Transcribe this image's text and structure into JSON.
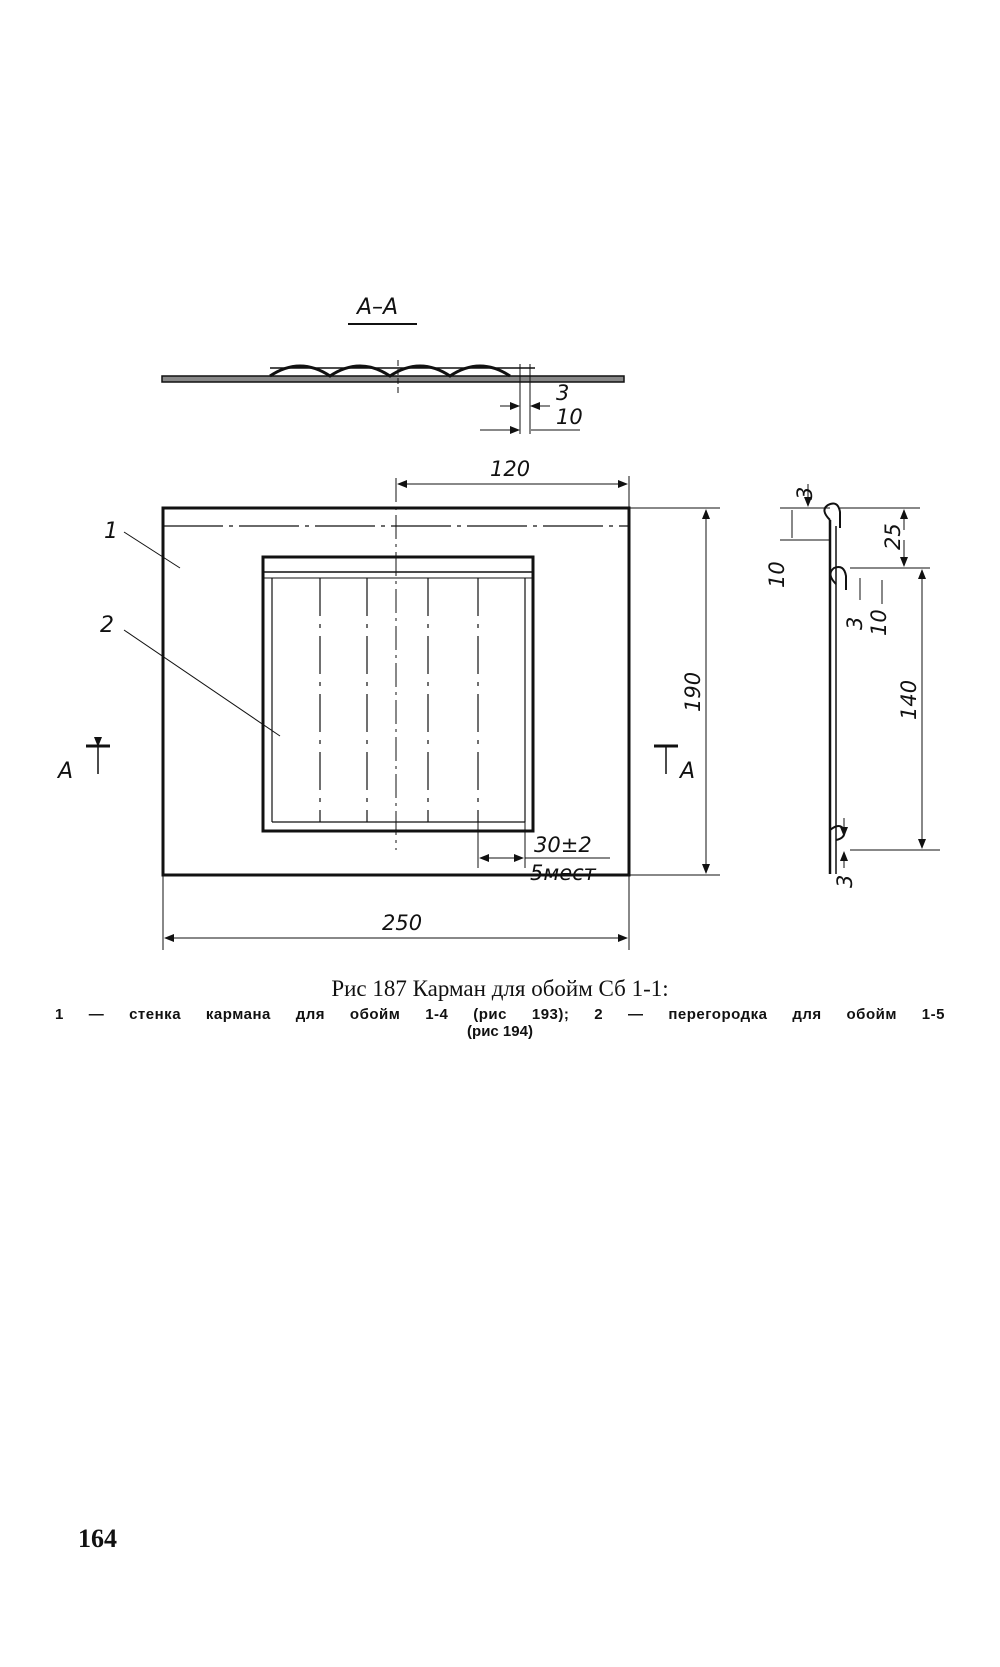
{
  "drawing": {
    "section_title": "А–А",
    "section_mark_left": "А",
    "section_mark_right": "А",
    "part_labels": [
      "1",
      "2"
    ],
    "dimensions": {
      "section_top_3": "3",
      "section_top_10": "10",
      "width_120": "120",
      "height_190": "190",
      "width_250": "250",
      "spacing": "30±2",
      "spacing_count": "5мест",
      "side_3_top": "3",
      "side_10_left": "10",
      "side_25": "25",
      "side_3_mid": "3",
      "side_10_mid": "10",
      "side_140": "140",
      "side_3_bottom": "3"
    }
  },
  "caption": {
    "title": "Рис 187 Карман для обойм Сб 1-1:",
    "legend_line1": "1 — стенка кармана для обойм 1-4 (рис 193); 2 — перегородка для обойм 1-5",
    "legend_line2": "(рис 194)"
  },
  "page_number": "164"
}
